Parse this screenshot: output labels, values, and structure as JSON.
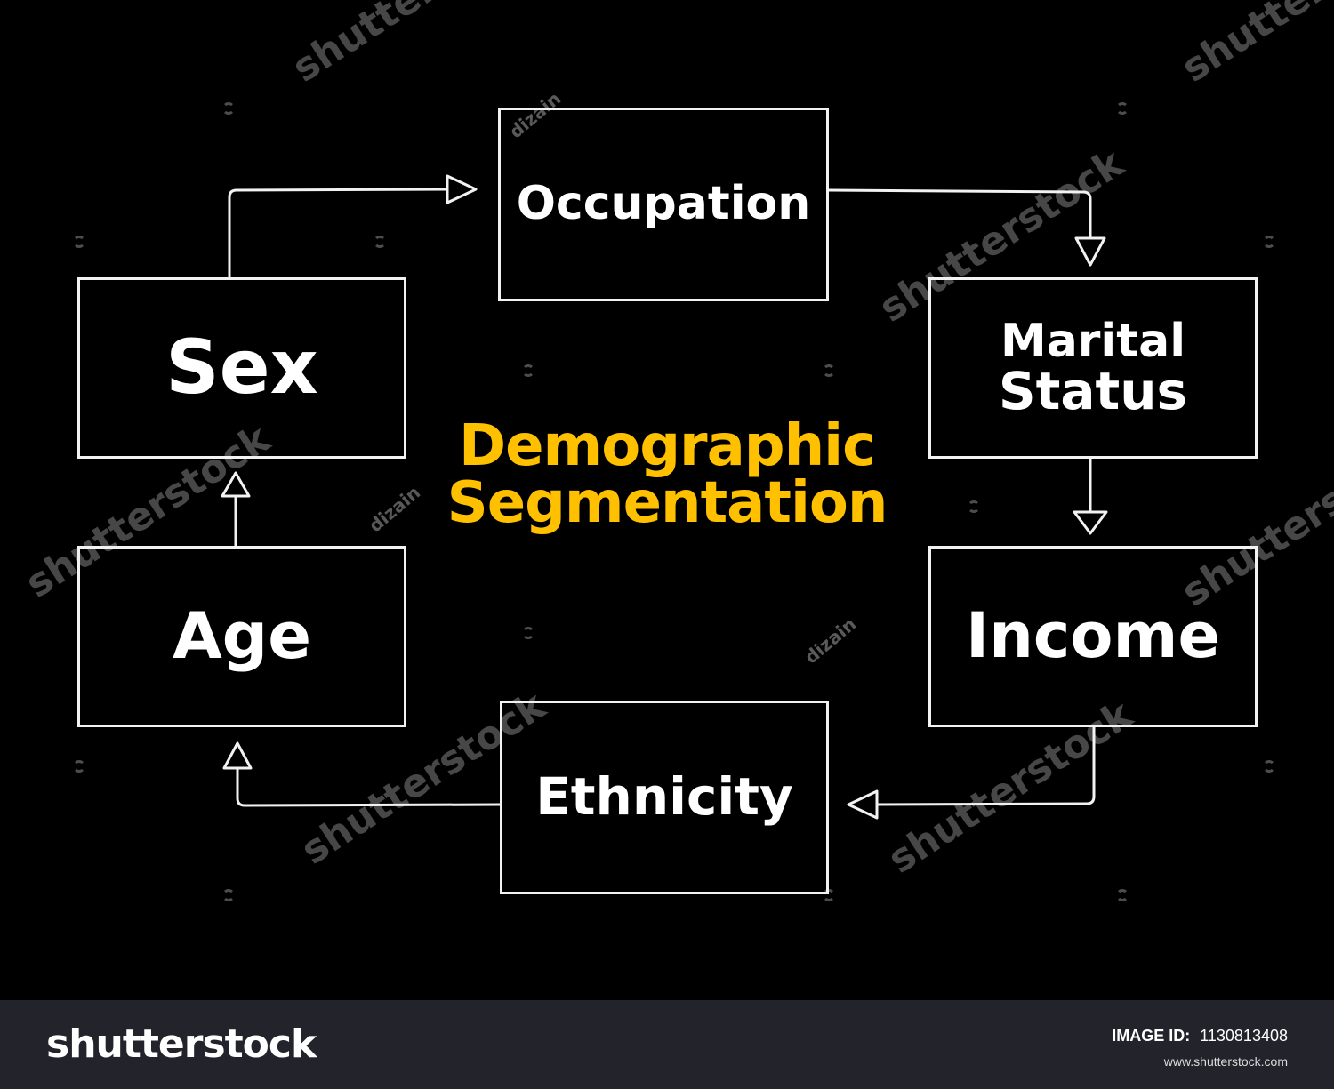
{
  "diagram": {
    "title_lines": [
      "Demographic",
      "Segmentation"
    ],
    "nodes": {
      "occupation": "Occupation",
      "sex": "Sex",
      "marital_status_lines": [
        "Marital",
        "Status"
      ],
      "age": "Age",
      "income": "Income",
      "ethnicity": "Ethnicity"
    },
    "colors": {
      "title": "#ffc000",
      "node_text": "#ffffff",
      "border": "#f2f2f2",
      "background": "#000000"
    }
  },
  "watermarks": {
    "stock_mark": "shutterstock",
    "author": "dizain"
  },
  "footer": {
    "brand": "shutterstock",
    "image_id_label": "IMAGE ID:",
    "image_id": "1130813408",
    "url": "www.shutterstock.com"
  }
}
